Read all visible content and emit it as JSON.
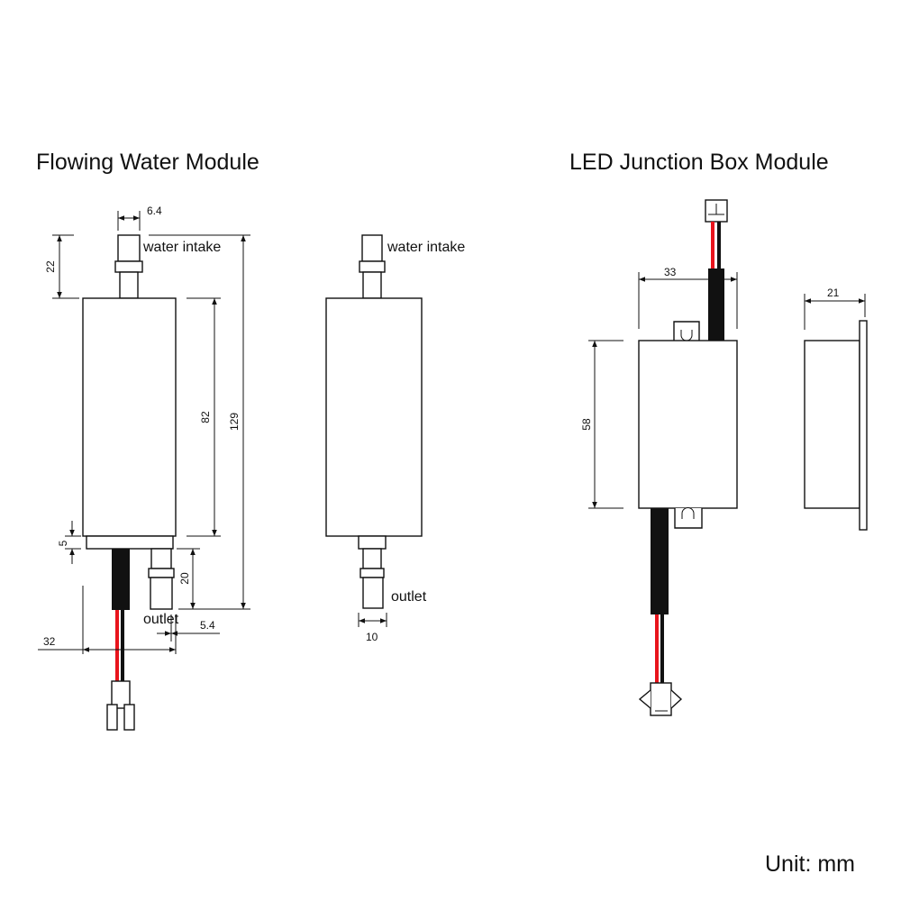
{
  "titles": {
    "flowing_water": "Flowing Water Module",
    "junction_box": "LED Junction Box Module"
  },
  "labels": {
    "water_intake": "water intake",
    "outlet": "outlet"
  },
  "dimensions": {
    "fw_intake_width": "6.4",
    "fw_intake_length": "22",
    "fw_body_length": "82",
    "fw_total_length": "129",
    "fw_ring": "5",
    "fw_outlet_length": "20",
    "fw_outlet_offset": "5.4",
    "fw_width": "32",
    "fw_outlet_width": "10",
    "jb_width": "33",
    "jb_depth": "21",
    "jb_length": "58"
  },
  "unit": "Unit: mm",
  "colors": {
    "wire_red": "#e8141c",
    "wire_black": "#111111"
  }
}
